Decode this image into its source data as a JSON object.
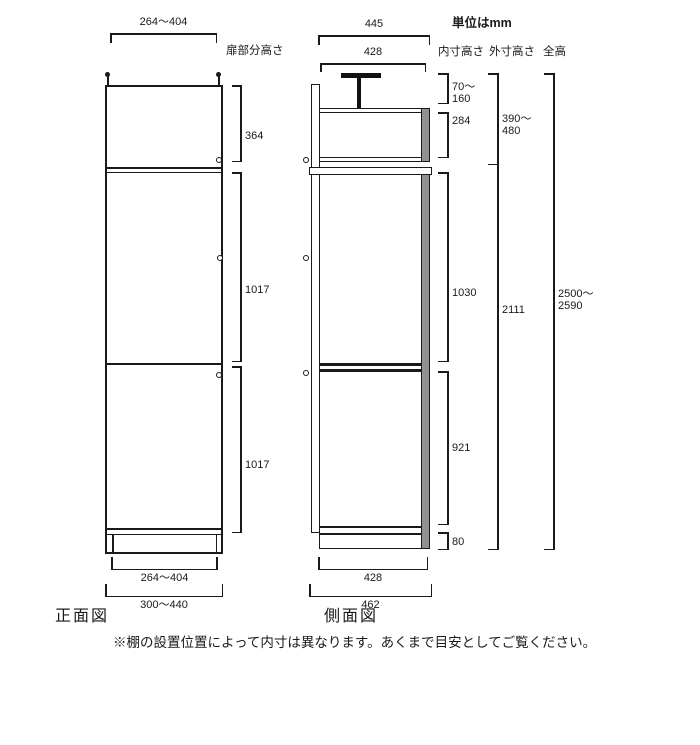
{
  "meta": {
    "unit_note": "単位はmm",
    "footnote": "※棚の設置位置によって内寸は異なります。あくまで目安としてご覧ください。"
  },
  "front_view": {
    "label": "正面図",
    "door_height_header": "扉部分高さ",
    "top_width": "264～404",
    "door_heights": [
      "364",
      "1017",
      "1017"
    ],
    "bottom_inner_width": "264～404",
    "bottom_outer_width": "300～440"
  },
  "side_view": {
    "label": "側面図",
    "top_outer_depth": "445",
    "top_inner_depth": "428",
    "bottom_inner_depth": "428",
    "bottom_outer_depth": "462"
  },
  "columns": {
    "inner_height": {
      "header": "内寸高さ",
      "values": [
        "70～\n160",
        "284",
        "1030",
        "921",
        "80"
      ]
    },
    "outer_height": {
      "header": "外寸高さ",
      "values": [
        "390～\n480",
        "2111"
      ]
    },
    "total_height": {
      "header": "全高",
      "values": [
        "2500～\n2590"
      ]
    }
  }
}
